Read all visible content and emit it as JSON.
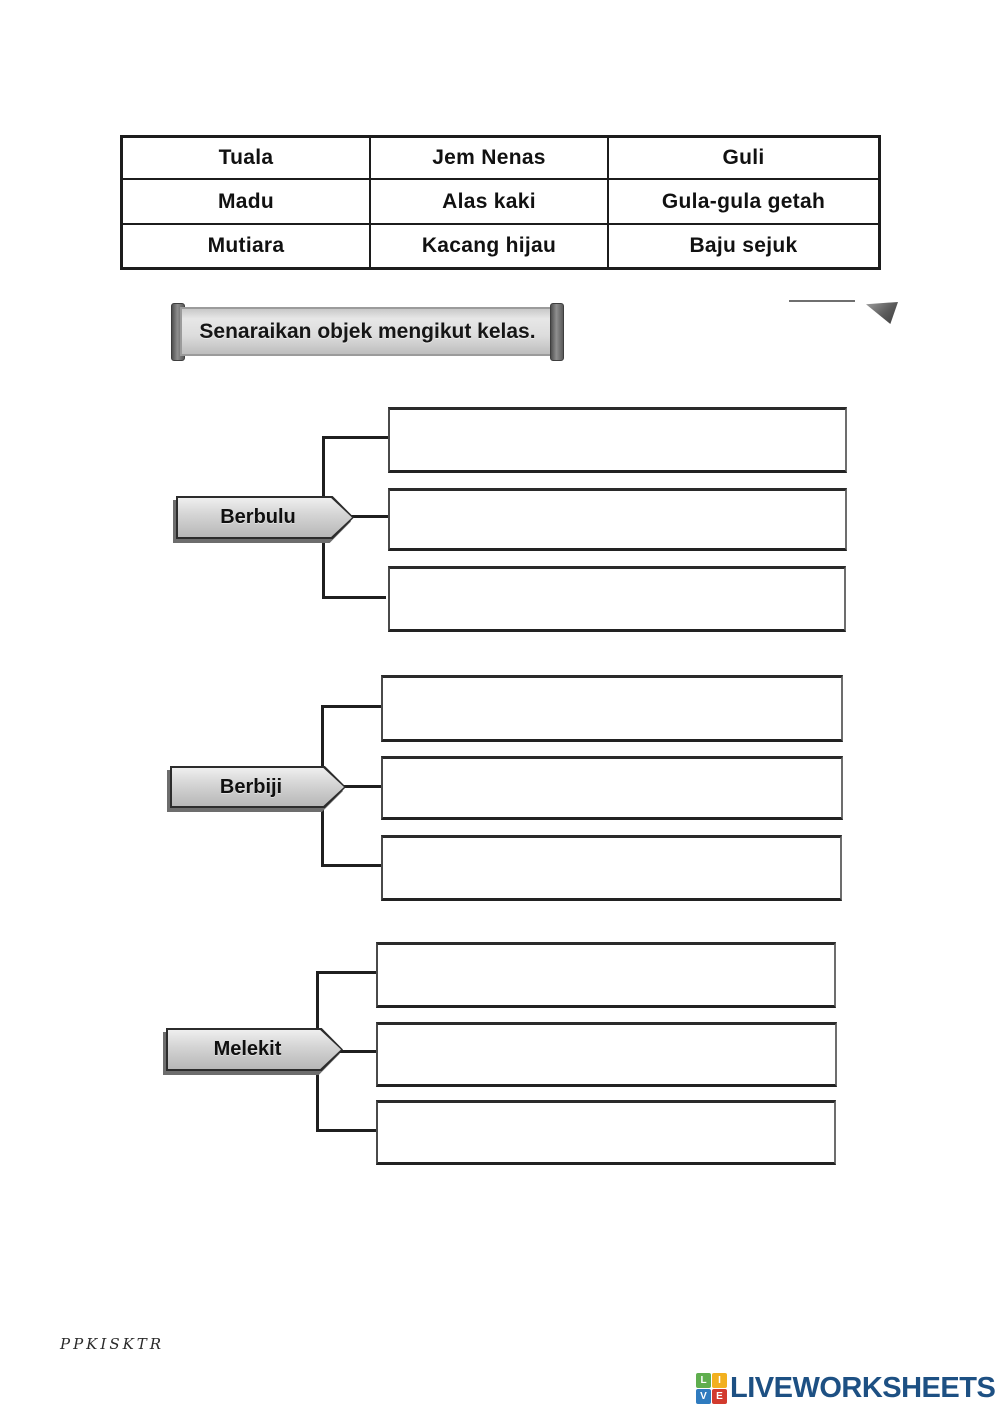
{
  "worksheet": {
    "word_bank": {
      "rows": [
        [
          "Tuala",
          "Jem Nenas",
          "Guli"
        ],
        [
          "Madu",
          "Alas kaki",
          "Gula-gula getah"
        ],
        [
          "Mutiara",
          "Kacang hijau",
          "Baju sejuk"
        ]
      ]
    },
    "instruction": "Senaraikan objek mengikut kelas.",
    "groups": [
      {
        "label": "Berbulu",
        "answer_boxes": 3
      },
      {
        "label": "Berbiji",
        "answer_boxes": 3
      },
      {
        "label": "Melekit",
        "answer_boxes": 3
      }
    ],
    "author_code": "PPKISKTR"
  },
  "branding": {
    "logo_text": "LIVEWORKSHEETS",
    "logo_text_color": "#1d5083",
    "logo_tiles": [
      {
        "letter": "L",
        "color": "#5fae4e"
      },
      {
        "letter": "I",
        "color": "#f2b01e"
      },
      {
        "letter": "V",
        "color": "#2f7bbf"
      },
      {
        "letter": "E",
        "color": "#d23b2e"
      }
    ]
  },
  "colors": {
    "page_bg": "#ffffff",
    "connector_line": "#1f1f1f",
    "banner_body": "#d9d9d9",
    "label_fill": "#c9c9c9"
  }
}
